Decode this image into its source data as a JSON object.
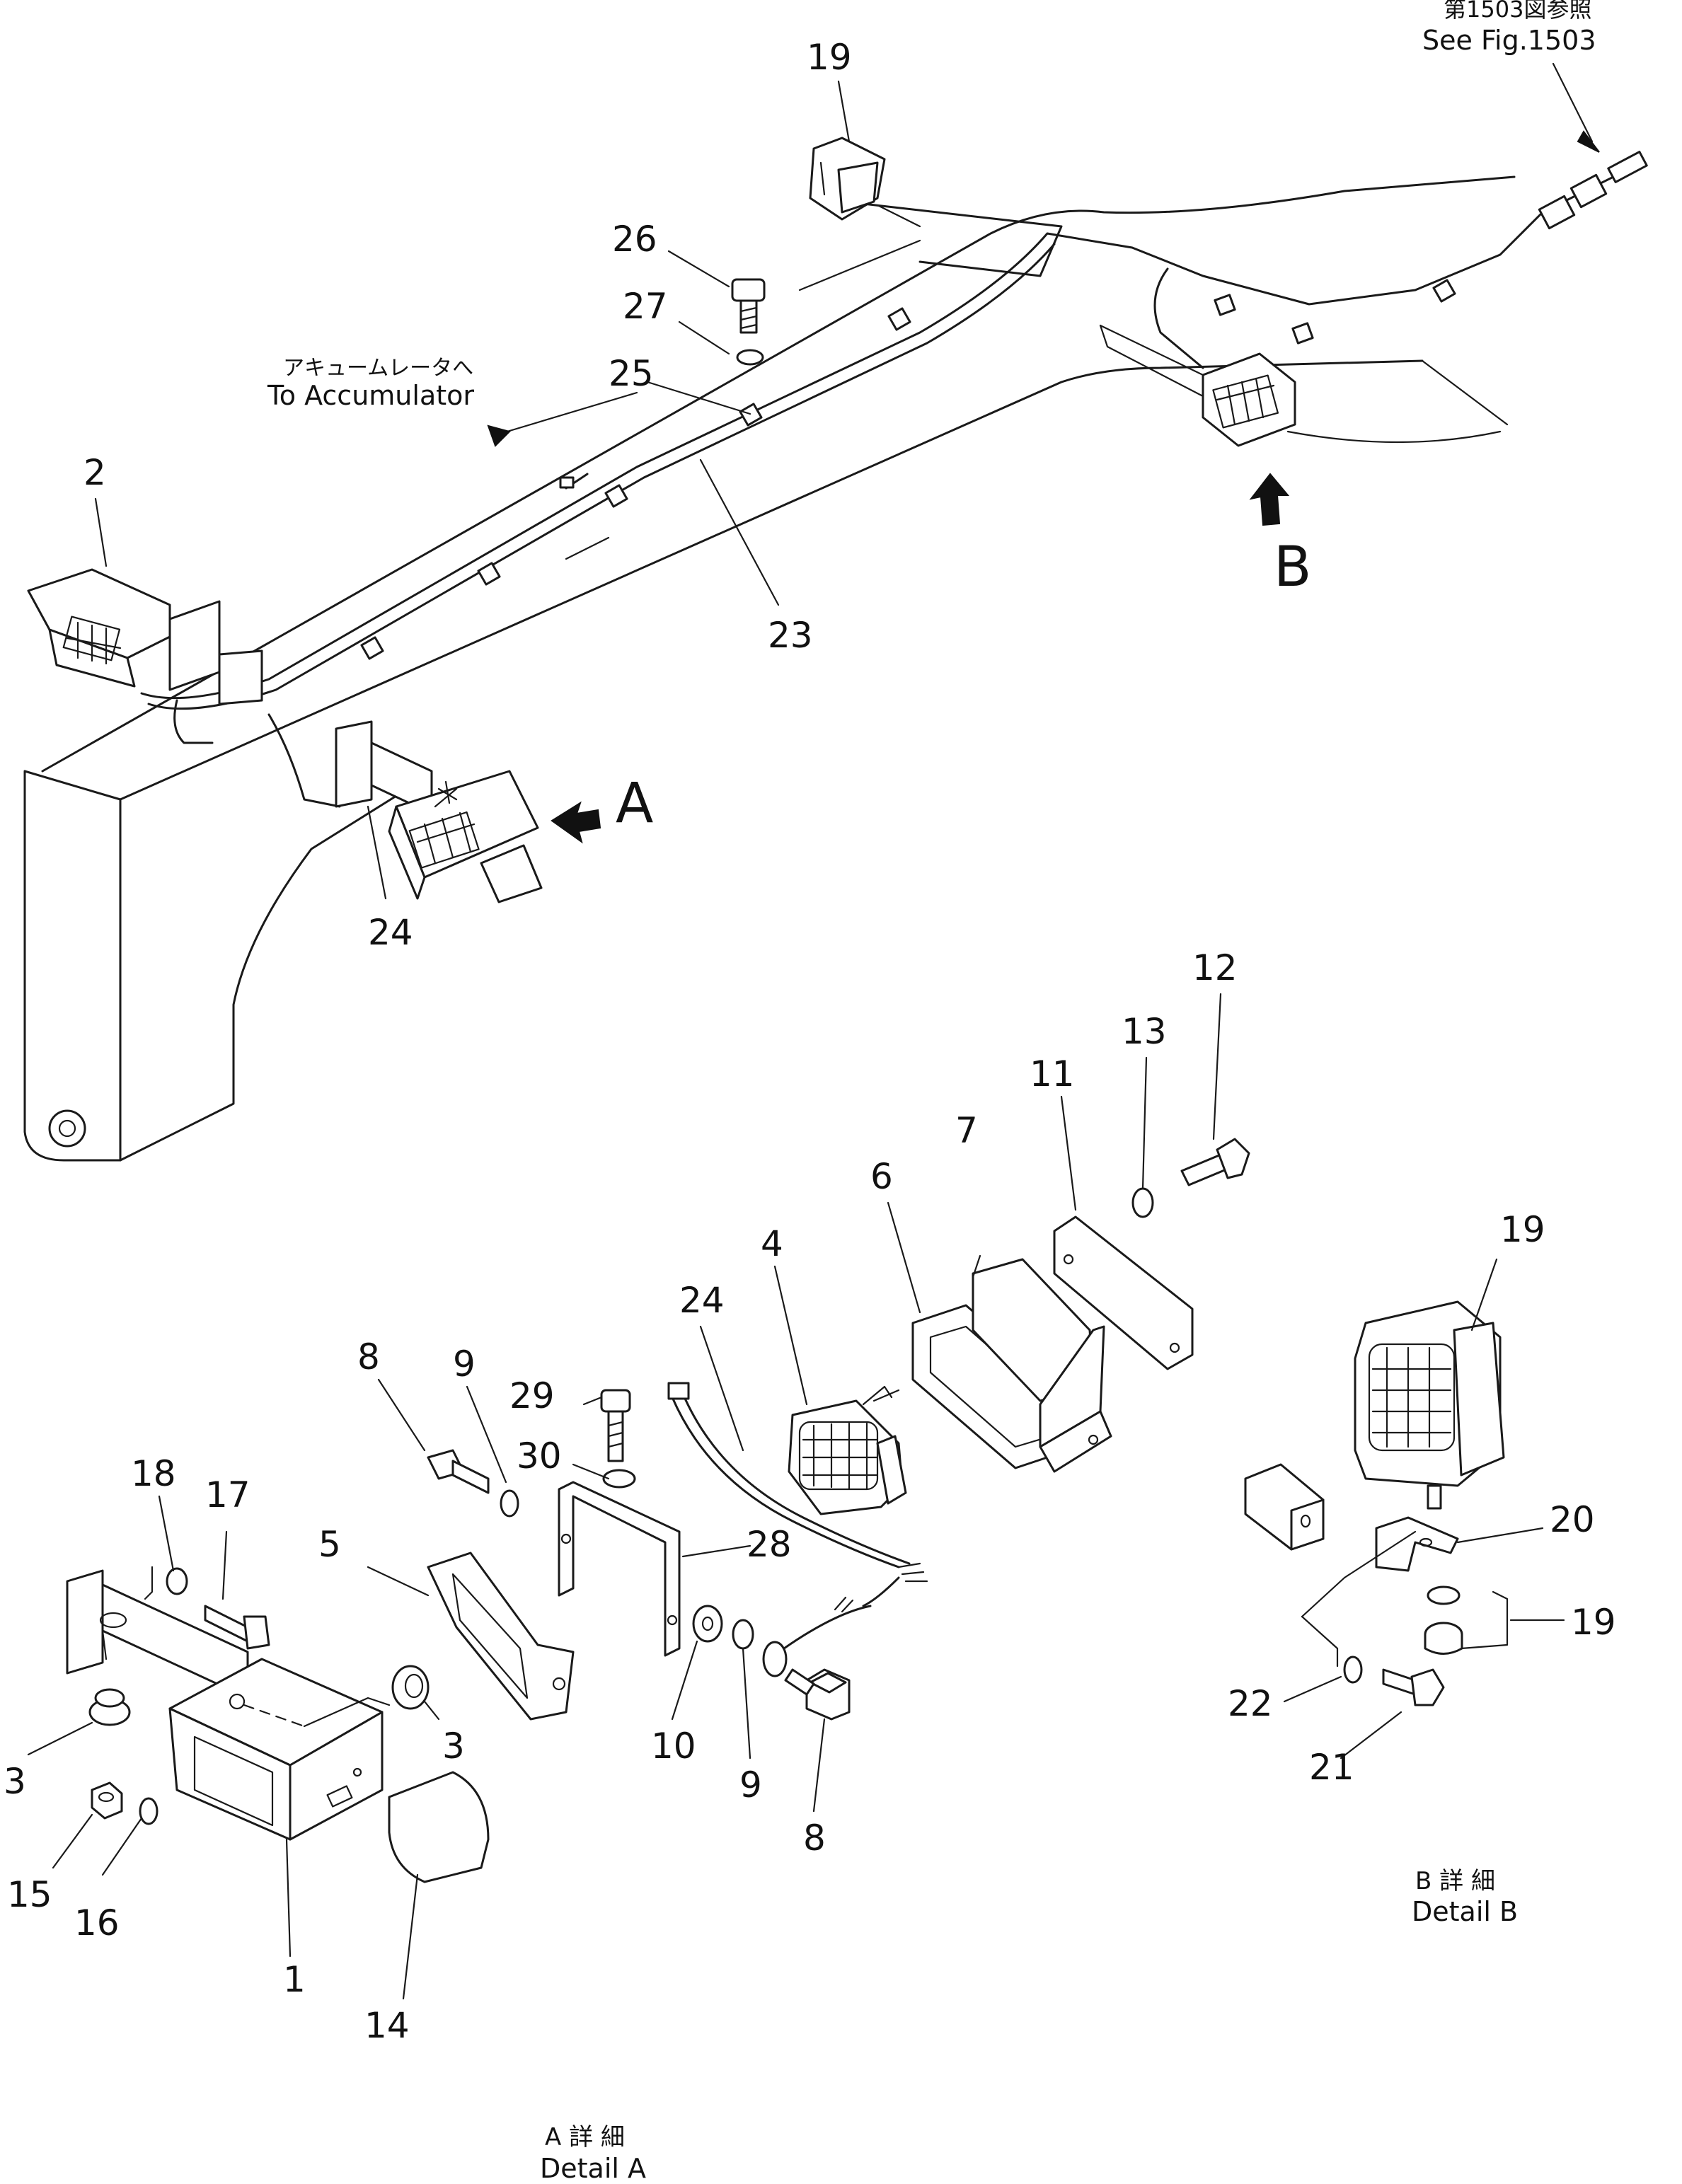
{
  "references": {
    "fig_jp": "第1503図参照",
    "fig_en": "See Fig.1503",
    "accumulator_jp": "アキュームレータへ",
    "accumulator_en": "To Accumulator"
  },
  "views": {
    "a": "A",
    "b": "B"
  },
  "details": {
    "a_jp": "A 詳 細",
    "a_en": "Detail A",
    "b_jp": "B 詳 細",
    "b_en": "Detail B"
  },
  "callouts": {
    "c19_top": "19",
    "c26": "26",
    "c27": "27",
    "c25": "25",
    "c2": "2",
    "c23": "23",
    "c24_top": "24",
    "c12": "12",
    "c13": "13",
    "c11": "11",
    "c7": "7",
    "c6": "6",
    "c4": "4",
    "c24_mid": "24",
    "c8_top": "8",
    "c9_top": "9",
    "c29": "29",
    "c30": "30",
    "c18": "18",
    "c17": "17",
    "c5": "5",
    "c28": "28",
    "c3_left": "3",
    "c3_right": "3",
    "c15": "15",
    "c16": "16",
    "c1": "1",
    "c14": "14",
    "c10": "10",
    "c9_bottom": "9",
    "c8_bottom": "8",
    "c19_right": "19",
    "c20": "20",
    "c19_nut": "19",
    "c22": "22",
    "c21": "21"
  },
  "colors": {
    "ink": "#1a1a1a",
    "paper": "#ffffff"
  }
}
